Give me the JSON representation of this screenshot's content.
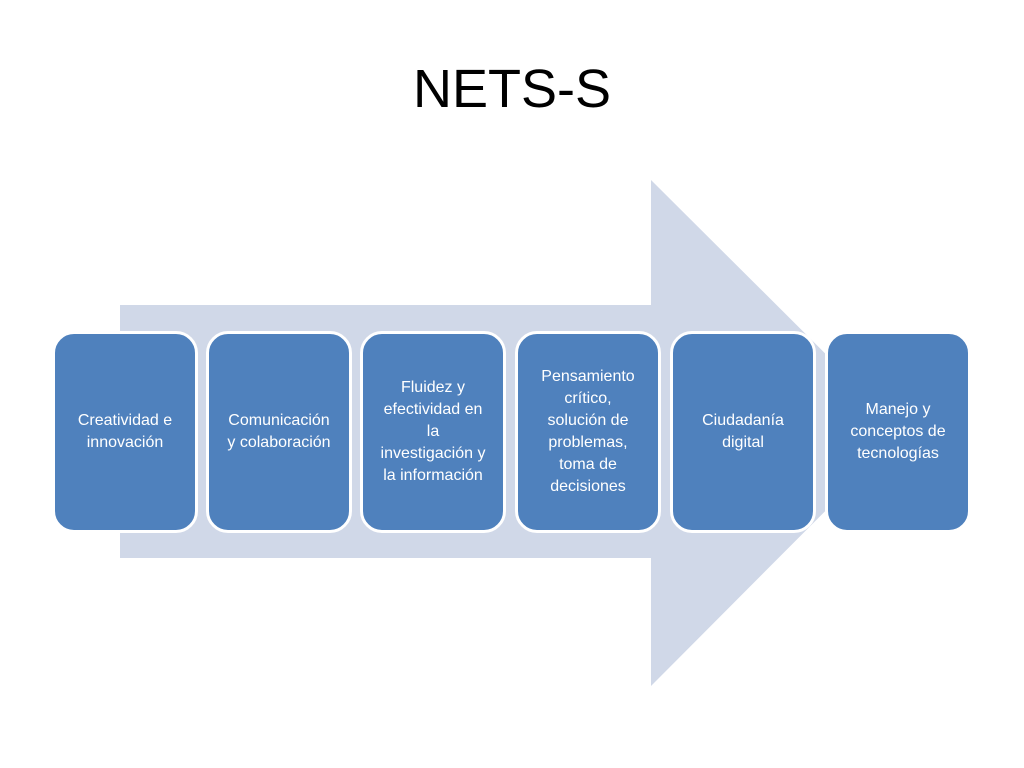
{
  "title": "NETS-S",
  "colors": {
    "arrow_fill": "#d0d8e8",
    "box_fill": "#4f81bd",
    "box_border": "#ffffff",
    "box_text": "#ffffff"
  },
  "steps": [
    {
      "label": "Creatividad e\ninnovación"
    },
    {
      "label": "Comunicación\ny colaboración"
    },
    {
      "label": "Fluidez y\nefectividad en\nla\ninvestigación y\nla información"
    },
    {
      "label": "Pensamiento\ncrítico,\nsolución de\nproblemas,\ntoma de\ndecisiones"
    },
    {
      "label": "Ciudadanía\ndigital"
    },
    {
      "label": "Manejo y\nconceptos de\ntecnologías"
    }
  ]
}
